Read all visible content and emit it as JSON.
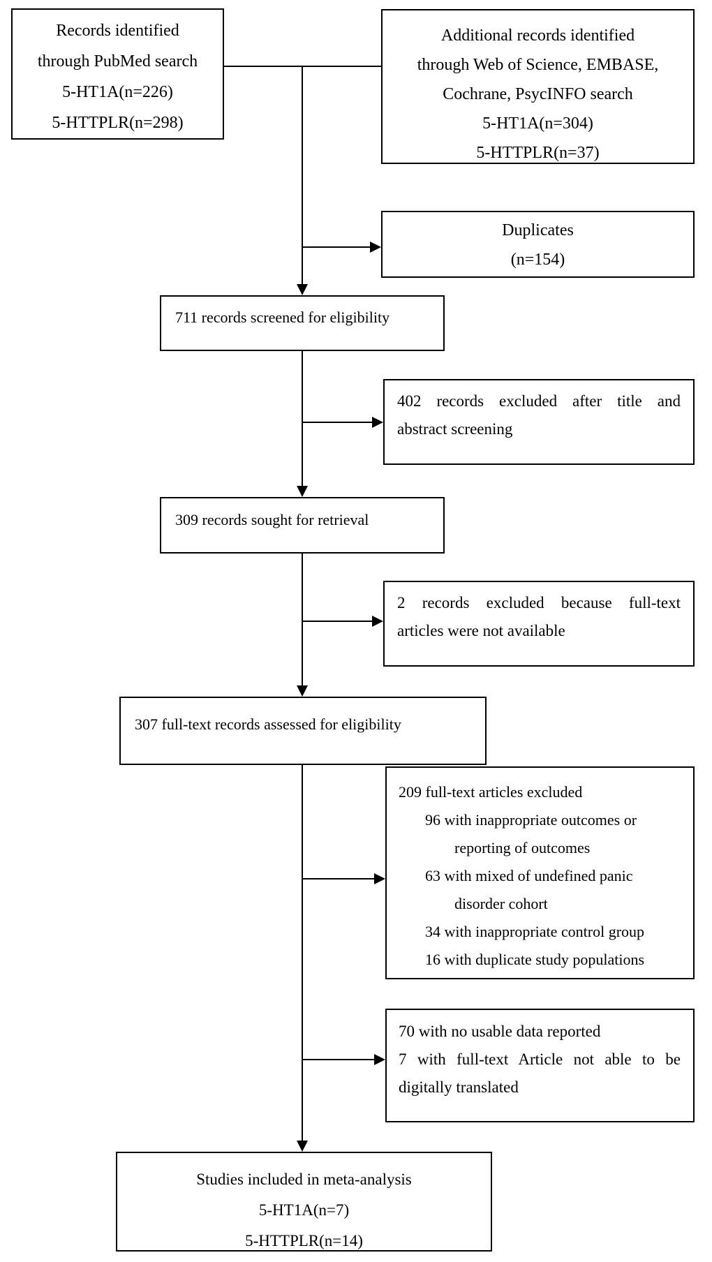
{
  "boxes": {
    "pubmed": {
      "lines": [
        "Records identified",
        "through PubMed search",
        "5-HT1A(n=226)",
        "5-HTTPLR(n=298)"
      ]
    },
    "additional": {
      "lines": [
        "Additional records identified",
        "through Web of Science, EMBASE,",
        "Cochrane, PsycINFO search",
        "5-HT1A(n=304)",
        "5-HTTPLR(n=37)"
      ]
    },
    "duplicates": {
      "lines": [
        "Duplicates",
        "(n=154)"
      ]
    },
    "screened": {
      "lines": [
        "711 records screened for eligibility"
      ]
    },
    "excluded_title_abstract": {
      "lines": [
        "402 records excluded after title and",
        "abstract screening"
      ]
    },
    "sought": {
      "lines": [
        "309 records sought for retrieval"
      ]
    },
    "excluded_no_fulltext": {
      "lines": [
        "2 records excluded because full-text",
        "articles were not available"
      ]
    },
    "assessed": {
      "lines": [
        "307 full-text records assessed for eligibility"
      ]
    },
    "excluded_fulltext": {
      "lines": [
        "209 full-text articles excluded",
        "96 with inappropriate outcomes or",
        "reporting of outcomes",
        "63 with mixed of undefined panic",
        "disorder cohort",
        "34 with inappropriate control group",
        "16 with duplicate study populations"
      ]
    },
    "excluded_unusable": {
      "lines": [
        "70 with no usable data reported",
        "7 with full-text Article not able to be",
        "digitally translated"
      ]
    },
    "included": {
      "lines": [
        "Studies included in meta-analysis",
        "5-HT1A(n=7)",
        "5-HTTPLR(n=14)"
      ]
    }
  },
  "colors": {
    "line": "#000000",
    "text": "#000000",
    "background": "#ffffff"
  }
}
